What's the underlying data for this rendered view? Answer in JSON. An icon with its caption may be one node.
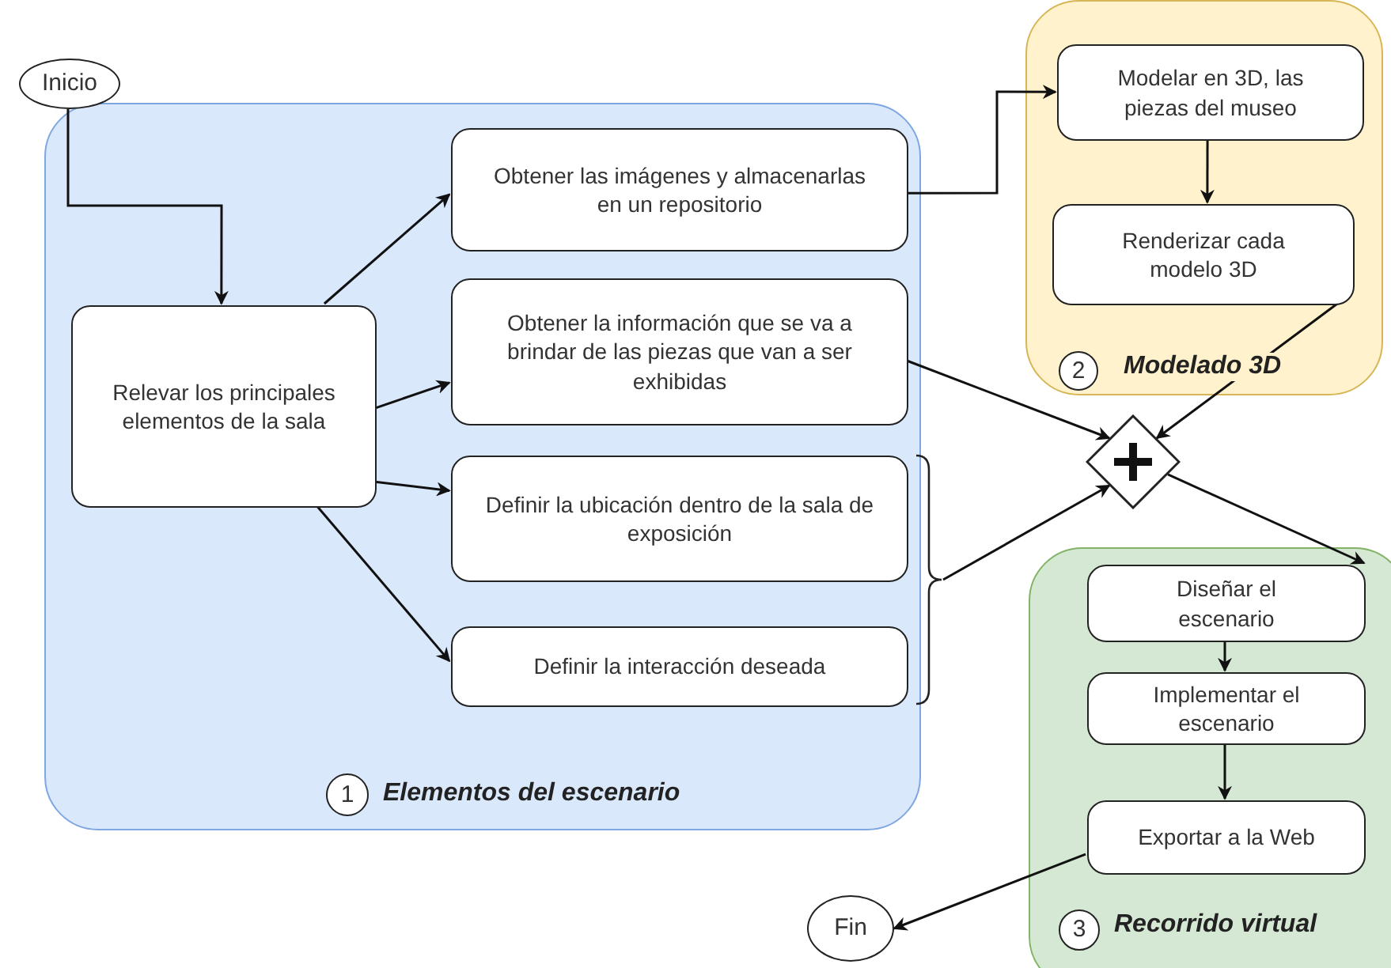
{
  "diagram": {
    "nodes": [
      {
        "text": [
          "Inicio"
        ]
      },
      {
        "text": [
          "Elementos del escenario"
        ]
      },
      {
        "text": [
          "Relevar los principales elementos de la sala"
        ],
        "in": 1
      },
      {
        "text": [
          "Obtener las imágenes y almacenarlas en un repositorio"
        ],
        "in": 1
      },
      {
        "text": [
          "Obtener la información que se va a brindar de las piezas que van a ser exhibidas"
        ],
        "in": 1
      },
      {
        "text": [
          "Definir la ubicación dentro de la sala de exposición"
        ],
        "in": 1
      },
      {
        "text": [
          "Definir la interacción deseada"
        ],
        "in": 1
      },
      {
        "text": [],
        "shape": "bracket"
      },
      {
        "text": [
          "1"
        ],
        "in": 1
      },
      {
        "text": [
          "Modelado 3D"
        ]
      },
      {
        "text": [
          "Modelar en 3D, las piezas del museo"
        ],
        "in": 9
      },
      {
        "text": [
          "Renderizar cada modelo 3D"
        ],
        "in": 9
      },
      {
        "text": [
          "2"
        ],
        "in": 9
      },
      {
        "text": [],
        "shape": "diamond"
      },
      {
        "text": [
          "Recorrido virtual"
        ]
      },
      {
        "text": [
          "Diseñar el escenario"
        ],
        "in": 14
      },
      {
        "text": [
          "Implementar el escenario"
        ],
        "in": 14
      },
      {
        "text": [
          "Exportar a la Web"
        ],
        "in": 14
      },
      {
        "text": [
          "3"
        ],
        "in": 14
      },
      {
        "text": [
          "Fin"
        ]
      }
    ],
    "edges": [
      {
        "from": 0,
        "to": 2,
        "arrow": "to"
      },
      {
        "from": 2,
        "to": 3,
        "arrow": "to"
      },
      {
        "from": 2,
        "to": 4,
        "arrow": "to"
      },
      {
        "from": 2,
        "to": 5,
        "arrow": "to"
      },
      {
        "from": 2,
        "to": 6,
        "arrow": "to"
      },
      {
        "from": 3,
        "to": 10,
        "arrow": "to"
      },
      {
        "from": 10,
        "to": 11,
        "arrow": "to"
      },
      {
        "from": 11,
        "to": 13,
        "arrow": "to"
      },
      {
        "from": 4,
        "to": 13,
        "arrow": "to"
      },
      {
        "from": 7,
        "to": 13,
        "arrow": "to"
      },
      {
        "from": 13,
        "to": 15,
        "arrow": "to"
      },
      {
        "from": 15,
        "to": 16,
        "arrow": "to"
      },
      {
        "from": 16,
        "to": 17,
        "arrow": "to"
      },
      {
        "from": 17,
        "to": 19,
        "arrow": "to"
      }
    ]
  }
}
